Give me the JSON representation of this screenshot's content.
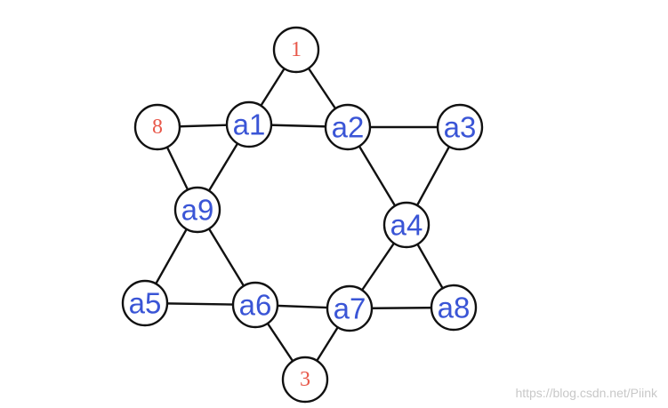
{
  "diagram": {
    "nodes": [
      {
        "id": "n1",
        "label": "1",
        "color": "#e8584a"
      },
      {
        "id": "n8",
        "label": "8",
        "color": "#e8584a"
      },
      {
        "id": "a1",
        "label": "a1",
        "color": "#3a55d6"
      },
      {
        "id": "a2",
        "label": "a2",
        "color": "#3a55d6"
      },
      {
        "id": "a3",
        "label": "a3",
        "color": "#3a55d6"
      },
      {
        "id": "a9",
        "label": "a9",
        "color": "#3a55d6"
      },
      {
        "id": "a4",
        "label": "a4",
        "color": "#3a55d6"
      },
      {
        "id": "a5",
        "label": "a5",
        "color": "#3a55d6"
      },
      {
        "id": "a6",
        "label": "a6",
        "color": "#3a55d6"
      },
      {
        "id": "a7",
        "label": "a7",
        "color": "#3a55d6"
      },
      {
        "id": "a8",
        "label": "a8",
        "color": "#3a55d6"
      },
      {
        "id": "n3",
        "label": "3",
        "color": "#e8584a"
      }
    ],
    "edges": [
      [
        "n1",
        "a1"
      ],
      [
        "n1",
        "a2"
      ],
      [
        "n8",
        "a1"
      ],
      [
        "a1",
        "a2"
      ],
      [
        "a2",
        "a3"
      ],
      [
        "n8",
        "a9"
      ],
      [
        "a1",
        "a9"
      ],
      [
        "a2",
        "a4"
      ],
      [
        "a3",
        "a4"
      ],
      [
        "a9",
        "a5"
      ],
      [
        "a9",
        "a6"
      ],
      [
        "a4",
        "a7"
      ],
      [
        "a4",
        "a8"
      ],
      [
        "a5",
        "a6"
      ],
      [
        "a6",
        "a7"
      ],
      [
        "a7",
        "a8"
      ],
      [
        "a6",
        "n3"
      ],
      [
        "a7",
        "n3"
      ]
    ]
  },
  "watermark": "https://blog.csdn.net/Piink"
}
